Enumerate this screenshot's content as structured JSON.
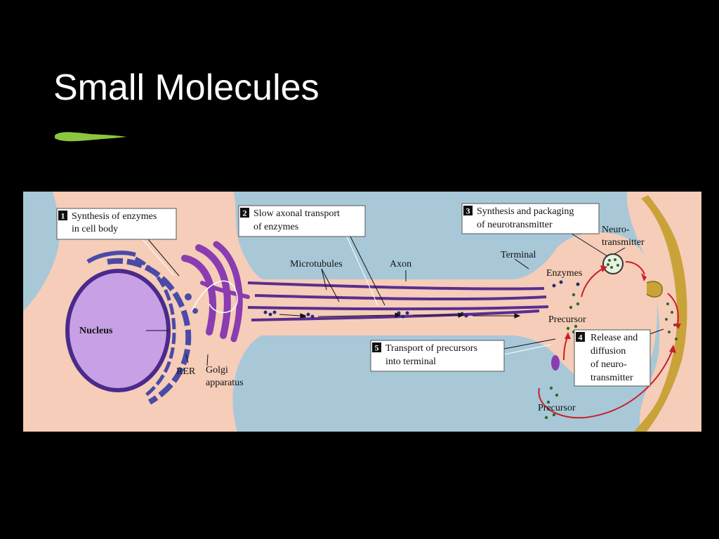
{
  "slide": {
    "title": "Small Molecules",
    "accent_color": "#8cc63f"
  },
  "diagram": {
    "colors": {
      "extracellular": "#a8c8d8",
      "cytoplasm": "#f5cdb8",
      "nucleus": "#c7a0e6",
      "organelle": "#4a4aa8",
      "golgi": "#8a3cb0",
      "microtubule": "#5a2d91",
      "postsynaptic": "#c9a33a",
      "arrow": "#c8202a",
      "vesicle_dots": "#2d6a2d"
    },
    "steps": [
      {
        "num": "1",
        "lines": [
          "Synthesis of enzymes",
          "in cell body"
        ]
      },
      {
        "num": "2",
        "lines": [
          "Slow axonal transport",
          "of enzymes"
        ]
      },
      {
        "num": "3",
        "lines": [
          "Synthesis and packaging",
          "of neurotransmitter"
        ]
      },
      {
        "num": "4",
        "lines": [
          "Release and",
          "diffusion",
          "of neuro-",
          "transmitter"
        ]
      },
      {
        "num": "5",
        "lines": [
          "Transport of precursors",
          "into terminal"
        ]
      }
    ],
    "labels": {
      "nucleus": "Nucleus",
      "rer": "RER",
      "golgi_1": "Golgi",
      "golgi_2": "apparatus",
      "microtubules": "Microtubules",
      "axon": "Axon",
      "terminal": "Terminal",
      "enzymes": "Enzymes",
      "neuro_1": "Neuro-",
      "neuro_2": "transmitter",
      "precursor_terminal": "Precursor",
      "precursor_outside": "Precursor"
    }
  }
}
